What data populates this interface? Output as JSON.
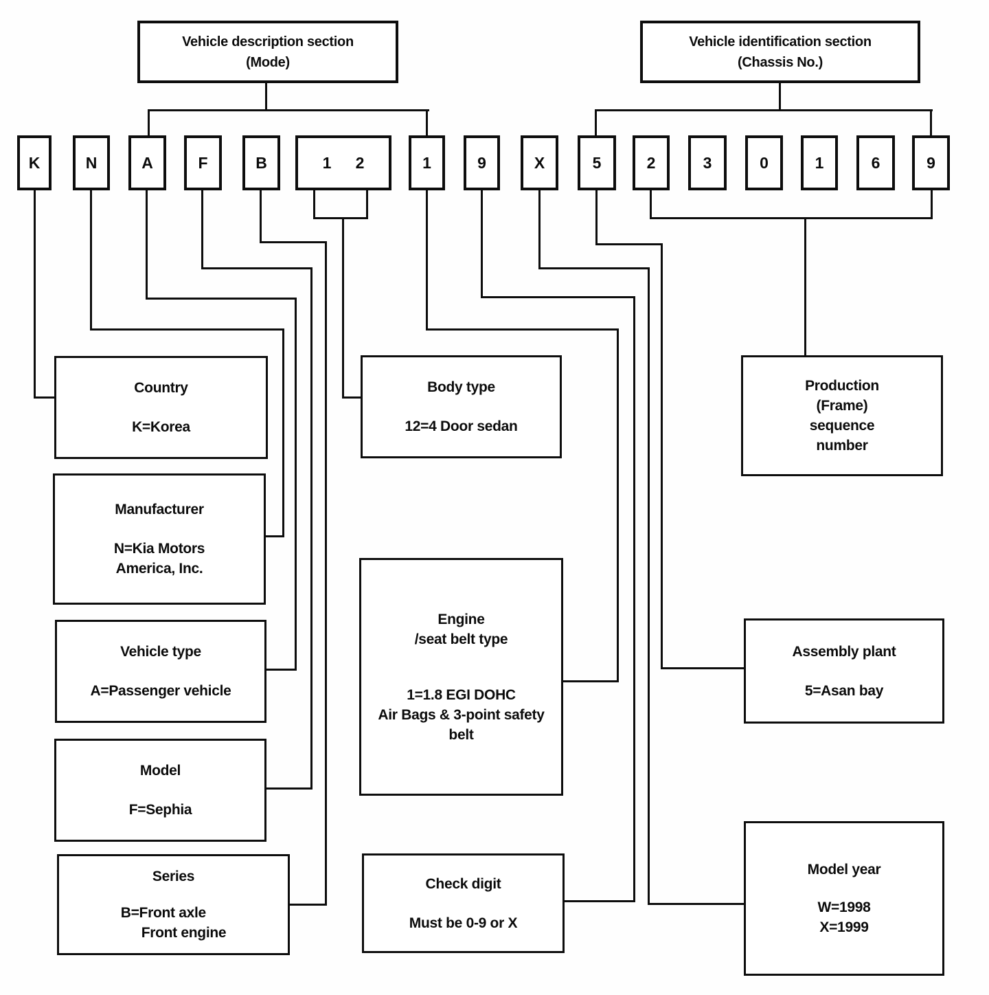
{
  "sections": {
    "description": {
      "title": "Vehicle description section",
      "subtitle": "(Mode)"
    },
    "identification": {
      "title": "Vehicle identification section",
      "subtitle": "(Chassis No.)"
    }
  },
  "vin": {
    "chars": [
      "K",
      "N",
      "A",
      "F",
      "B",
      "1",
      "2",
      "1",
      "9",
      "X",
      "5",
      "2",
      "3",
      "0",
      "1",
      "6",
      "9"
    ]
  },
  "boxes": {
    "country": {
      "title": "Country",
      "lines": [
        "K=Korea"
      ]
    },
    "manufacturer": {
      "title": "Manufacturer",
      "lines": [
        "N=Kia Motors",
        "America, Inc."
      ]
    },
    "vehicle_type": {
      "title": "Vehicle type",
      "lines": [
        "A=Passenger vehicle"
      ]
    },
    "model": {
      "title": "Model",
      "lines": [
        "F=Sephia"
      ]
    },
    "series": {
      "title": "Series",
      "lines": [
        "B=Front axle",
        "Front engine"
      ]
    },
    "body_type": {
      "title": "Body type",
      "lines": [
        "12=4 Door sedan"
      ]
    },
    "engine": {
      "title": "Engine",
      "subtitle": "/seat belt type",
      "lines": [
        "1=1.8 EGI DOHC",
        "Air Bags & 3-point safety",
        "belt"
      ]
    },
    "check_digit": {
      "title": "Check digit",
      "lines": [
        "Must be 0-9 or X"
      ]
    },
    "production": {
      "title": "Production",
      "lines": [
        "(Frame)",
        "sequence",
        "number"
      ]
    },
    "assembly_plant": {
      "title": "Assembly plant",
      "lines": [
        "5=Asan bay"
      ]
    },
    "model_year": {
      "title": "Model year",
      "lines": [
        "W=1998",
        "X=1999"
      ]
    }
  }
}
